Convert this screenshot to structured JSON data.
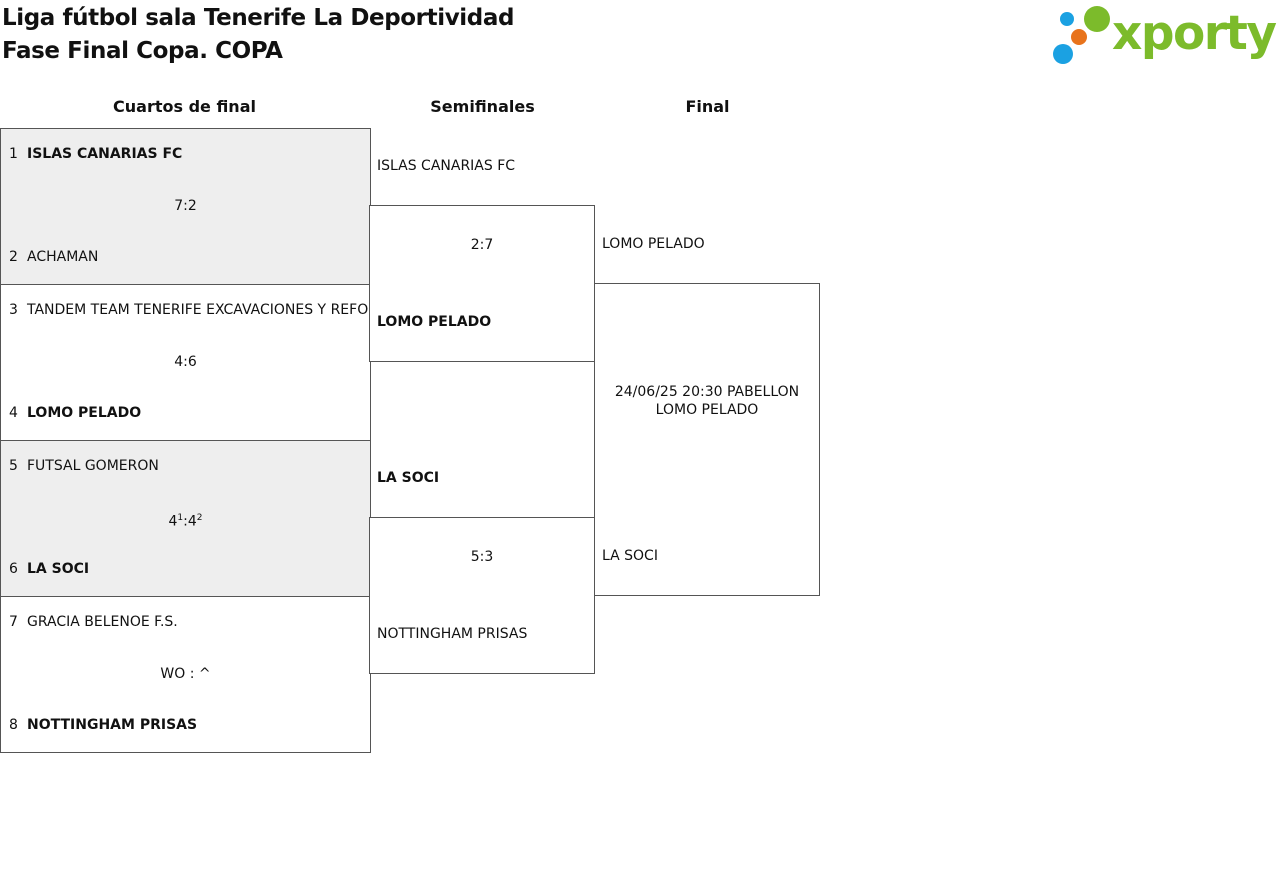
{
  "header": {
    "title_line1": "Liga fútbol sala Tenerife La Deportividad",
    "title_line2": "Fase Final Copa. COPA",
    "logo_text": "xporty",
    "logo_dot_colors": [
      "#7cbb2b",
      "#1ba1e2",
      "#e8731c",
      "#1ba1e2"
    ],
    "logo_text_color": "#7cbb2b"
  },
  "rounds": {
    "quarterfinals": "Cuartos de final",
    "semifinals": "Semifinales",
    "final": "Final"
  },
  "quarterfinals": [
    {
      "team1": {
        "seed": "1",
        "name": "ISLAS CANARIAS FC",
        "winner": true
      },
      "team2": {
        "seed": "2",
        "name": "ACHAMAN",
        "winner": false
      },
      "score": "7:2",
      "shaded": true
    },
    {
      "team1": {
        "seed": "3",
        "name": "TANDEM TEAM TENERIFE EXCAVACIONES Y REFORMAS",
        "winner": false
      },
      "team2": {
        "seed": "4",
        "name": "LOMO PELADO",
        "winner": true
      },
      "score": "4:6",
      "shaded": false
    },
    {
      "team1": {
        "seed": "5",
        "name": "FUTSAL GOMERON",
        "winner": false
      },
      "team2": {
        "seed": "6",
        "name": "LA SOCI",
        "winner": true
      },
      "score_main1": "4",
      "score_sup1": "1",
      "score_sep": ":",
      "score_main2": "4",
      "score_sup2": "2",
      "shaded": true
    },
    {
      "team1": {
        "seed": "7",
        "name": "GRACIA BELENOE F.S.",
        "winner": false
      },
      "team2": {
        "seed": "8",
        "name": "NOTTINGHAM PRISAS",
        "winner": true
      },
      "score": "WO : ^",
      "shaded": false
    }
  ],
  "semifinals": [
    {
      "team1": {
        "name": "ISLAS CANARIAS FC",
        "winner": false
      },
      "team2": {
        "name": "LOMO PELADO",
        "winner": true
      },
      "score": "2:7"
    },
    {
      "team1": {
        "name": "LA SOCI",
        "winner": true
      },
      "team2": {
        "name": "NOTTINGHAM PRISAS",
        "winner": false
      },
      "score": "5:3"
    }
  ],
  "final": {
    "team1": "LOMO PELADO",
    "team2": "LA SOCI",
    "info": "24/06/25 20:30 PABELLON LOMO PELADO"
  }
}
